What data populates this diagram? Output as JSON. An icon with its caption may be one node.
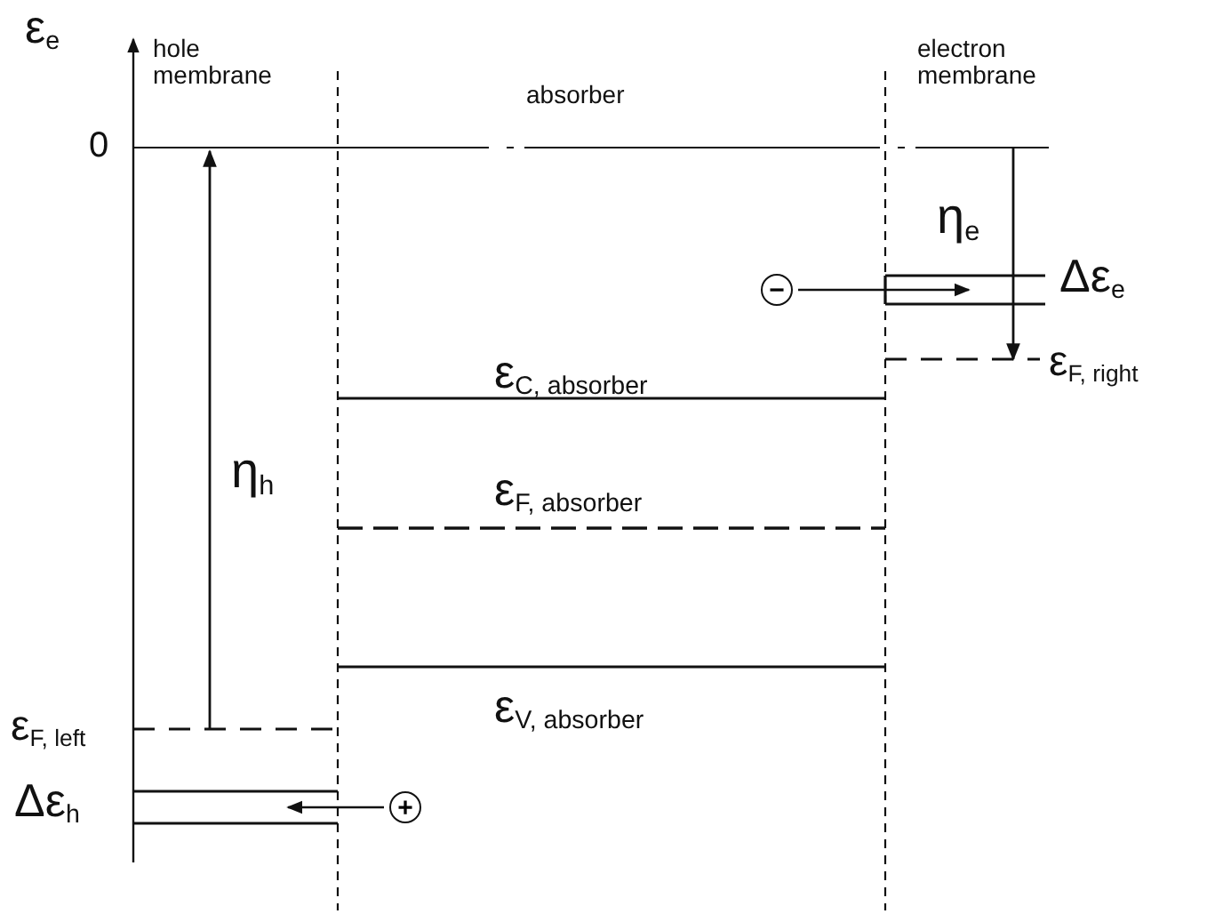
{
  "diagram": {
    "nodes": [
      {
        "text": [
          "−"
        ]
      },
      {
        "text": [
          "+"
        ]
      }
    ],
    "edges": [
      {
        "from": 0,
        "to": null,
        "arrow": "to"
      },
      {
        "from": 1,
        "to": null,
        "arrow": "to"
      }
    ],
    "labels": [
      "ε$_{e}$",
      "hole membrane",
      "absorber",
      "electron membrane",
      "0",
      "η$_{e}$",
      "Δε$_{e}$",
      "ε$_{F, right}$",
      "ε$_{C, absorber}$",
      "η$_{h}$",
      "ε$_{F, absorber}$",
      "ε$_{V, absorber}$",
      "ε$_{F, left}$",
      "Δε$_{h}$"
    ]
  }
}
